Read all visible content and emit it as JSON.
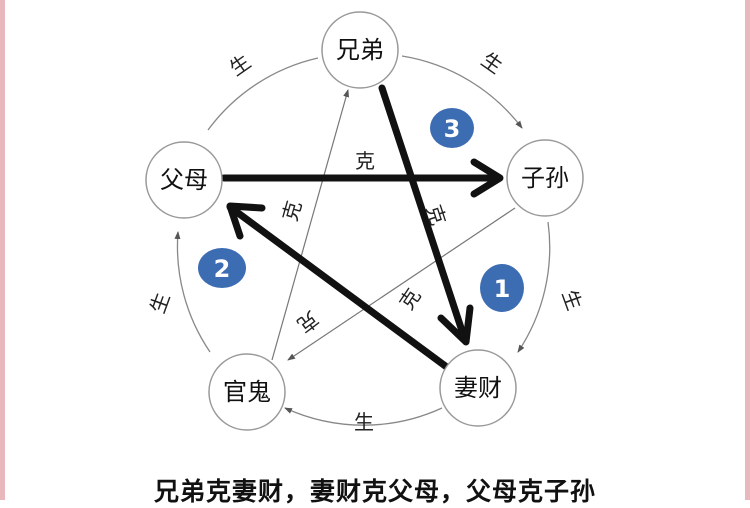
{
  "nodes": {
    "xiongdi": "兄弟",
    "fumu": "父母",
    "zisun": "子孙",
    "guangui": "官鬼",
    "qicai": "妻财"
  },
  "labels": {
    "sheng": "生",
    "ke": "克"
  },
  "badges": [
    "1",
    "2",
    "3"
  ],
  "caption": "兄弟克妻财，妻财克父母，父母克子孙",
  "colors": {
    "badge": "#3c6db3",
    "border": "#e8b8bd",
    "arrow": "#111111"
  }
}
